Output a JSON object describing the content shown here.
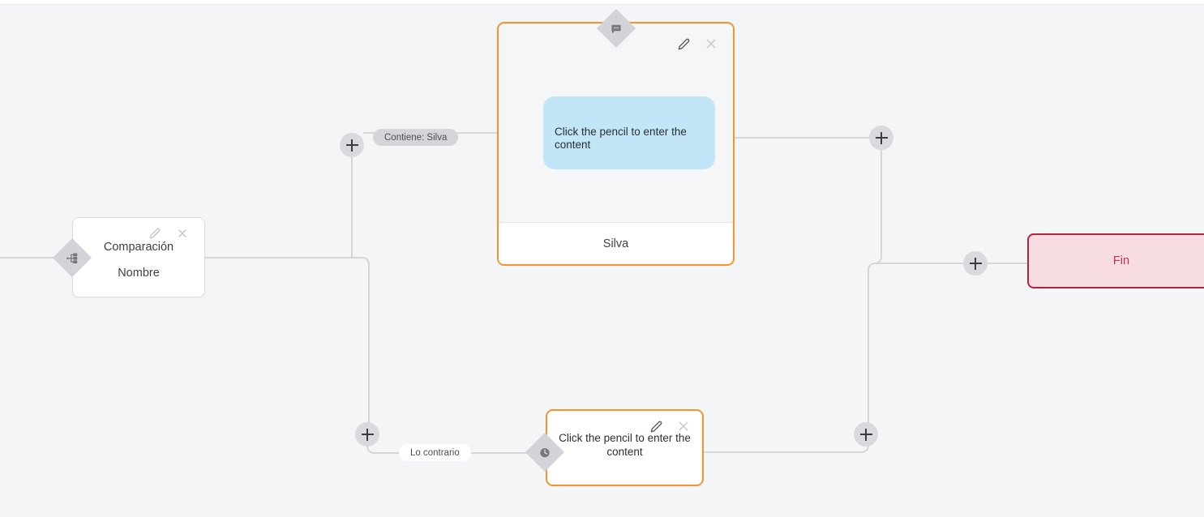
{
  "canvas": {
    "background_color": "#f4f5f7",
    "edge_color": "#d5d6da",
    "accent_orange": "#f59331",
    "accent_crimson": "#b9213f",
    "bubble_blue": "#c2e6f7",
    "handle_grey": "#d9dade"
  },
  "nodes": {
    "comparison": {
      "title": "Comparación",
      "subtitle": "Nombre",
      "marker_icon": "sitemap-icon",
      "edit_icon": "pencil-icon",
      "close_icon": "close-icon"
    },
    "message_top": {
      "bubble_text": "Click the pencil to enter the content",
      "footer_text": "Silva",
      "marker_icon": "speech-bubble-icon",
      "edit_icon": "pencil-icon",
      "close_icon": "close-icon"
    },
    "message_bottom": {
      "text": "Click the pencil to enter the content",
      "marker_icon": "clock-icon",
      "edit_icon": "pencil-icon",
      "close_icon": "close-icon"
    },
    "end": {
      "label": "Fin"
    }
  },
  "edge_labels": {
    "branch_true": "Contiene: Silva",
    "branch_false": "Lo contrario"
  },
  "add_handles": [
    {
      "id": "add-branch-true",
      "label": "+"
    },
    {
      "id": "add-branch-false",
      "label": "+"
    },
    {
      "id": "add-after-message-top",
      "label": "+"
    },
    {
      "id": "add-before-end",
      "label": "+"
    },
    {
      "id": "add-after-message-bottom",
      "label": "+"
    }
  ]
}
